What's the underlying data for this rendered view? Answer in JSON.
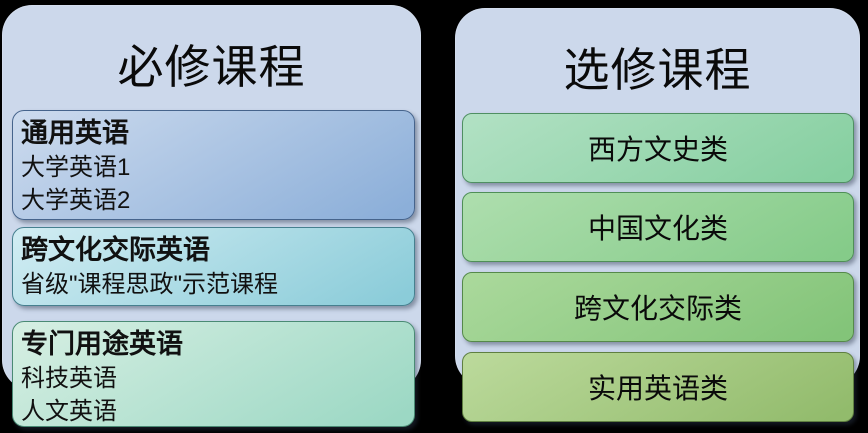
{
  "canvas": {
    "background": "#000000"
  },
  "required_panel": {
    "title": "必修课程",
    "fill": "#ccd8eb",
    "groups": [
      {
        "header": "通用英语",
        "items": [
          "大学英语1",
          "大学英语2"
        ],
        "gradient": {
          "top": "#cddbee",
          "bottom": "#8cafd9",
          "border": "#46648c"
        }
      },
      {
        "header": "跨文化交际英语",
        "items": [
          "省级\"课程思政\"示范课程"
        ],
        "gradient": {
          "top": "#d2edf3",
          "bottom": "#8bccd9",
          "border": "#46808f"
        }
      },
      {
        "header": "专门用途英语",
        "items": [
          "科技英语",
          "人文英语"
        ],
        "gradient": {
          "top": "#d7efe3",
          "bottom": "#9cd8c4",
          "border": "#4a8a74"
        }
      }
    ]
  },
  "elective_panel": {
    "title": "选修课程",
    "fill": "#ccd8eb",
    "items": [
      {
        "label": "西方文史类",
        "gradient": {
          "top": "#b2e1c4",
          "bottom": "#86cfa0",
          "border": "#4f8f62"
        }
      },
      {
        "label": "中国文化类",
        "gradient": {
          "top": "#aedeae",
          "bottom": "#85cb89",
          "border": "#4f8f57"
        }
      },
      {
        "label": "跨文化交际类",
        "gradient": {
          "top": "#abd99c",
          "bottom": "#83c479",
          "border": "#55894a"
        }
      },
      {
        "label": "实用英语类",
        "gradient": {
          "top": "#bcda9c",
          "bottom": "#92bb6c",
          "border": "#5f7f41"
        }
      }
    ]
  }
}
